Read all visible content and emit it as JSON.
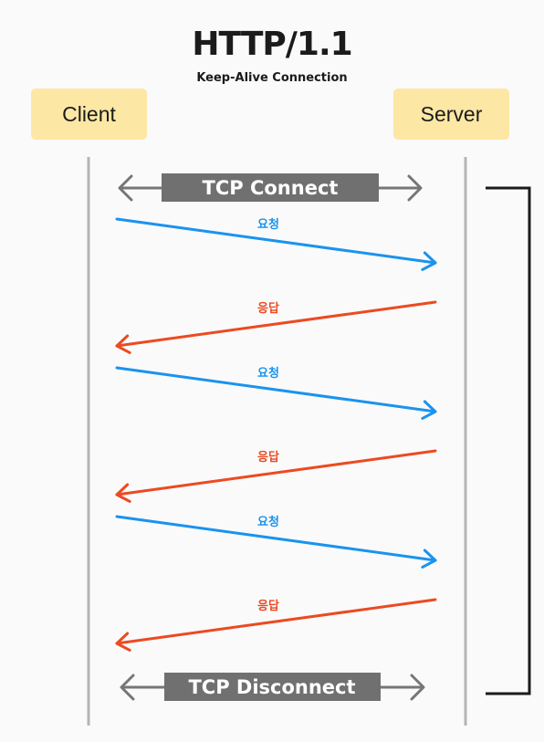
{
  "title": "HTTP/1.1",
  "subtitle": "Keep-Alive Connection",
  "actors": {
    "client": "Client",
    "server": "Server"
  },
  "connect_label": "TCP Connect",
  "disconnect_label": "TCP Disconnect",
  "messages": [
    {
      "type": "request",
      "label": "요청"
    },
    {
      "type": "response",
      "label": "응답"
    },
    {
      "type": "request",
      "label": "요청"
    },
    {
      "type": "response",
      "label": "응답"
    },
    {
      "type": "request",
      "label": "요청"
    },
    {
      "type": "response",
      "label": "응답"
    }
  ],
  "colors": {
    "request": "#1a93ee",
    "response": "#ec4a21",
    "lifeline": "#b5b5b5",
    "tcp_box": "#707070",
    "tcp_arrow": "#767676",
    "bracket": "#1b1b1b",
    "actor_fill": "#fde7a4"
  }
}
